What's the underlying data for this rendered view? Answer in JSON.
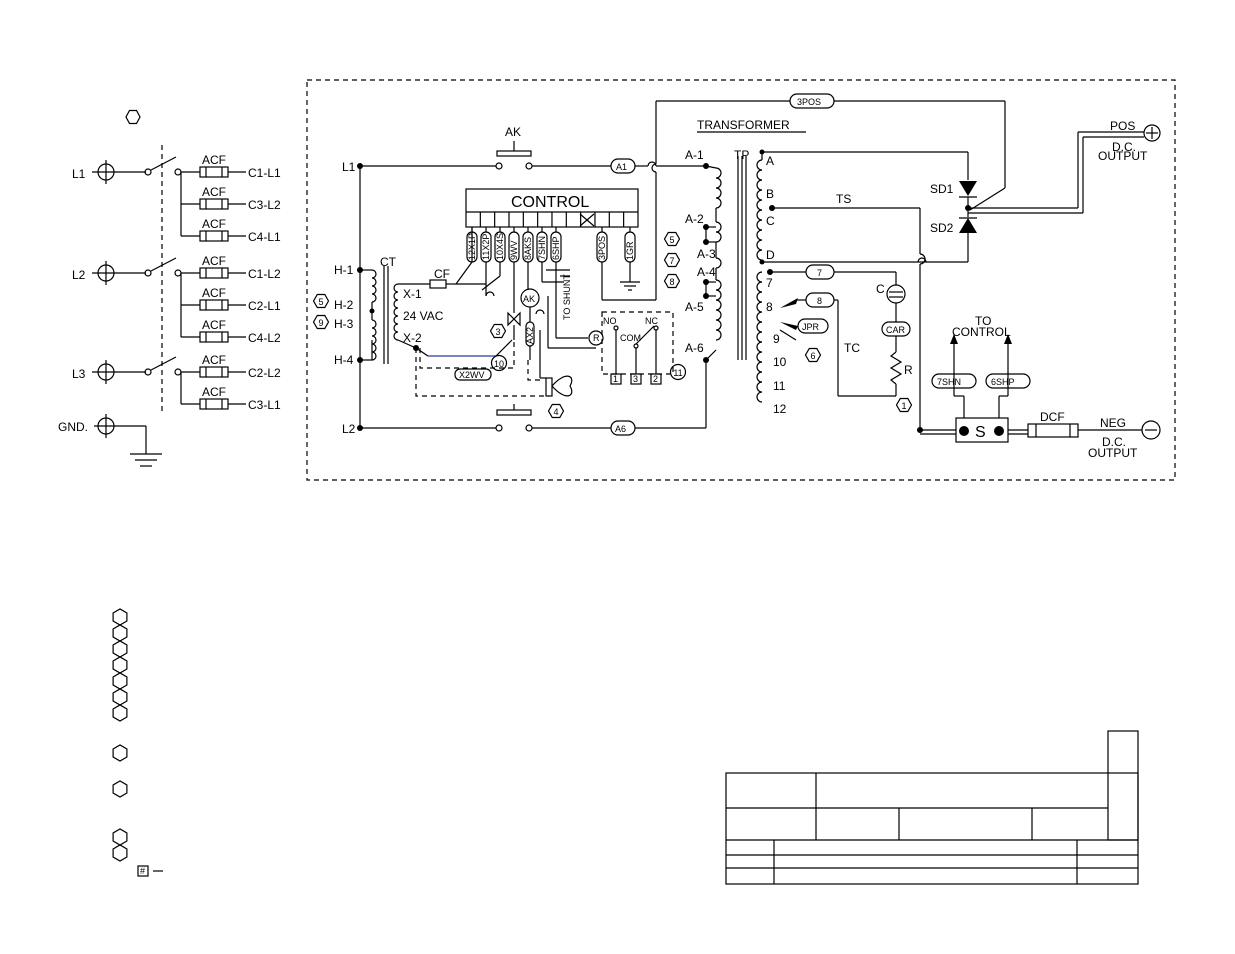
{
  "left": {
    "lines": [
      "L1",
      "L2",
      "L3"
    ],
    "gnd": "GND.",
    "acf": "ACF",
    "c_labels": [
      "C1-L1",
      "C3-L2",
      "C4-L1",
      "C1-L2",
      "C2-L1",
      "C4-L2",
      "C2-L2",
      "C3-L1"
    ]
  },
  "main": {
    "ak": "AK",
    "l1": "L1",
    "l2": "L2",
    "a1": "A1",
    "a6": "A6",
    "pos3": "3POS",
    "transformer": "TRANSFORMER",
    "tp": "TP",
    "ts": "TS",
    "tc": "TC",
    "control": "CONTROL",
    "ct": "CT",
    "cf": "CF",
    "h_taps": [
      "H-1",
      "H-2",
      "H-3",
      "H-4"
    ],
    "x1": "X-1",
    "x2": "X-2",
    "vac": "24 VAC",
    "x2wv": "X2WV",
    "ak_coil": "AK",
    "ax2": "AX2",
    "r_coil": "R",
    "to_shunt": "TO SHUNT",
    "no": "NO",
    "nc": "NC",
    "com": "COM",
    "terms": [
      "1",
      "3",
      "2"
    ],
    "pins": [
      "12X1P",
      "11X2P",
      "10X4S",
      "9WV",
      "8AKS",
      "7SHN",
      "6SHP",
      "3POS",
      "1GR"
    ],
    "a_taps": [
      "A-1",
      "A-2",
      "A-3",
      "A-4",
      "A-5",
      "A-6"
    ],
    "tp_taps": [
      "A",
      "B",
      "C",
      "D",
      "7",
      "8",
      "9",
      "10",
      "11",
      "12"
    ],
    "j7": "7",
    "j8": "8",
    "jpr": "JPR",
    "cap": "C",
    "car": "CAR",
    "res": "R",
    "sd1": "SD1",
    "sd2": "SD2",
    "pos": "POS",
    "dc": "D.C.",
    "output": "OUTPUT",
    "neg": "NEG",
    "to": "TO",
    "control_lbl": "CONTROL",
    "shn": "7SHN",
    "shp": "6SHP",
    "s": "S",
    "dcf": "DCF",
    "notes": [
      "5",
      "9",
      "3",
      "10",
      "4",
      "11",
      "5",
      "7",
      "8",
      "6",
      "1"
    ]
  },
  "legend": {
    "hash": "#"
  }
}
